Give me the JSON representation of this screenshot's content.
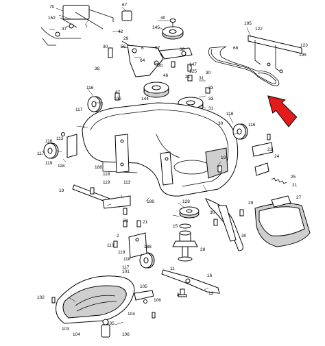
{
  "colors": {
    "line": "#000000",
    "background": "#ffffff",
    "arrow": "#e31b1b",
    "shading": "#cfcfcf",
    "dark": "#3a3a3a"
  },
  "labels": {
    "l70": "70",
    "l67": "67",
    "l152": "152",
    "l37": "37",
    "l7": "7",
    "l40": "40",
    "l145": "145",
    "l42": "42",
    "l56": "56",
    "l6": "6",
    "l29": "29",
    "l195a": "195",
    "l122": "122",
    "l68": "68",
    "l123": "123",
    "l195b": "195",
    "l30a": "30",
    "l38a": "38",
    "l64": "64",
    "l57": "57",
    "l38b": "38",
    "l147": "147",
    "l125": "125",
    "l20": "20",
    "l46": "46",
    "l21a": "21",
    "l31a": "31",
    "l30b": "30",
    "l33a": "33",
    "l116a": "116",
    "l144": "144",
    "l1": "1",
    "l47": "47",
    "l192": "192",
    "l33b": "33",
    "l31b": "31",
    "l117a": "117",
    "l118a": "118",
    "l30c": "30",
    "l116b": "116",
    "l113a": "113",
    "l116c": "116",
    "l117b": "117",
    "l119a": "119",
    "l118b": "118",
    "l188a": "188",
    "l113b": "113",
    "l19a": "19",
    "l21b": "21",
    "l24": "24",
    "l25": "25",
    "l21c": "21",
    "l118c": "118",
    "l119b": "119",
    "l188b": "188",
    "l29b": "29",
    "l27": "27",
    "l19b": "19",
    "l128": "128",
    "l31c": "31",
    "l21d": "21",
    "l30d": "30",
    "l2": "2",
    "l30e": "30",
    "l113c": "113",
    "l15": "15",
    "l119c": "119",
    "l118d": "118",
    "l188c": "188",
    "l28": "28",
    "l117c": "117",
    "l11": "11",
    "l16": "16",
    "l13": "13",
    "l8": "8",
    "l101": "101",
    "l102": "102",
    "l105a": "105",
    "l106a": "106",
    "l104a": "104",
    "l103": "103",
    "l104b": "104",
    "l105b": "105",
    "l106b": "106"
  }
}
